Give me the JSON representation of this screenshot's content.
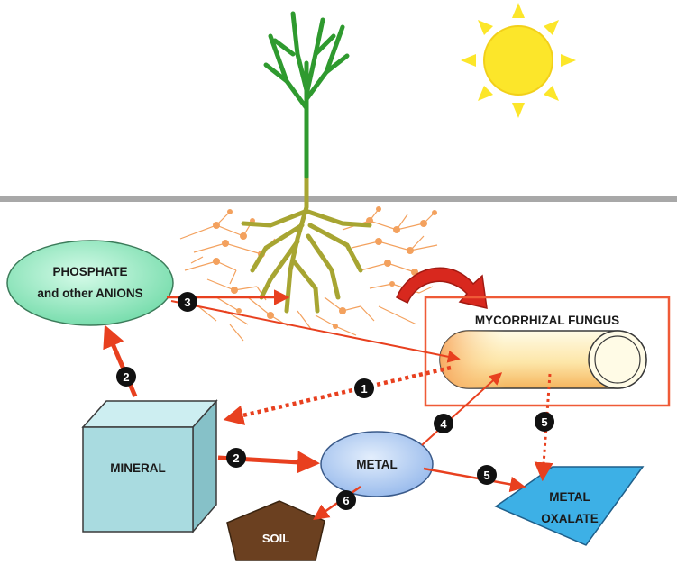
{
  "labels": {
    "phosphate_line1": "PHOSPHATE",
    "phosphate_line2": "and other ANIONS",
    "fungus": "MYCORRHIZAL FUNGUS",
    "mineral": "MINERAL",
    "metal": "METAL",
    "oxalate_line1": "METAL",
    "oxalate_line2": "OXALATE",
    "soil": "SOIL"
  },
  "steps": {
    "s1": "1",
    "s2a": "2",
    "s2b": "2",
    "s3": "3",
    "s4": "4",
    "s5a": "5",
    "s5b": "5",
    "s6": "6"
  },
  "colors": {
    "arrow": "#e8401f",
    "plant": "#2f9a2f",
    "root": "#a7a532",
    "hyphae": "#f3a15e",
    "sun": "#fce62a",
    "phosphate": "#8ce8c0",
    "metal": "#a9c8f2",
    "oxalate": "#3db0e6",
    "soil": "#6b4020",
    "mineral": "#a9dbe0",
    "fungus_box": "#ef5a37"
  }
}
